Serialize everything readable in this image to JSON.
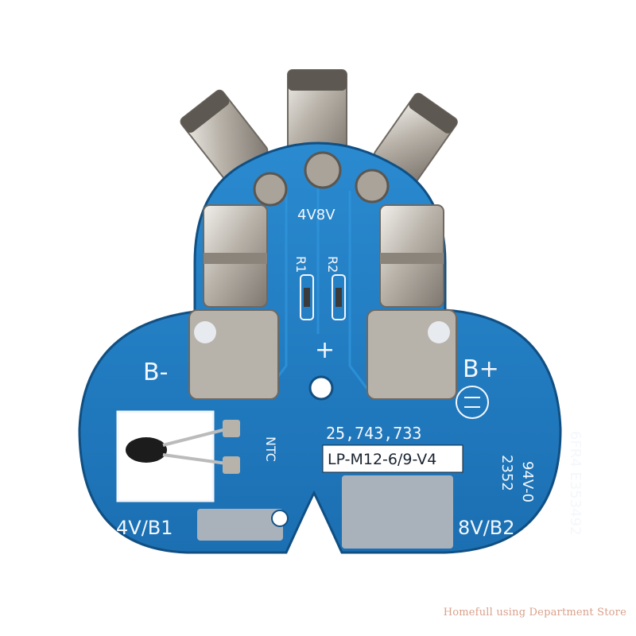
{
  "board": {
    "terminal_minus": "B-",
    "terminal_plus": "B+",
    "center_plus": "+",
    "voltage_mark": "4V8V",
    "r1": "R1",
    "r2": "R2",
    "ntc": "NTC",
    "part_number": "25,743,733",
    "model": "LP-M12-6/9-V4",
    "date_code": "2352",
    "flame_rating": "94V-0",
    "ul_code": "6FR4 E353492",
    "pad_left": "4V/B1",
    "pad_right": "8V/B2"
  },
  "colors": {
    "pcb": "#1f7cc4",
    "pcb_dark": "#15609c",
    "metal": "#c9c4bc",
    "silkscreen": "#f4f7fb"
  },
  "watermark": "Homefull using Department Store"
}
